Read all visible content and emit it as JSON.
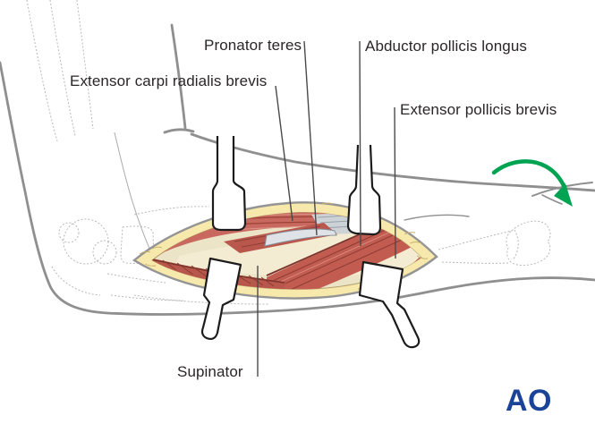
{
  "figure": {
    "labels": [
      {
        "id": "pronator-teres",
        "text": "Pronator teres"
      },
      {
        "id": "abductor-pollicis-longus",
        "text": "Abductor pollicis longus"
      },
      {
        "id": "extensor-carpi-radialis-brevis",
        "text": "Extensor carpi radialis brevis"
      },
      {
        "id": "extensor-pollicis-brevis",
        "text": "Extensor pollicis brevis"
      },
      {
        "id": "supinator",
        "text": "Supinator"
      }
    ],
    "logo": {
      "text": "AO",
      "color": "#1b4397"
    },
    "icons": [
      {
        "name": "pronation-arrow-icon",
        "meaning": "curved green arrow indicating rotation of the forearm toward pronation"
      }
    ],
    "colors": {
      "arrow_green": "#00a351",
      "logo_blue": "#1b4397",
      "muscle_red": "#c8685e",
      "muscle_dark": "#9c4338",
      "fat_yellow": "#f7e9ac",
      "tendon_cream": "#f3ecd2",
      "outline_gray": "#8f8f8f",
      "label_text": "#2b2627"
    }
  }
}
